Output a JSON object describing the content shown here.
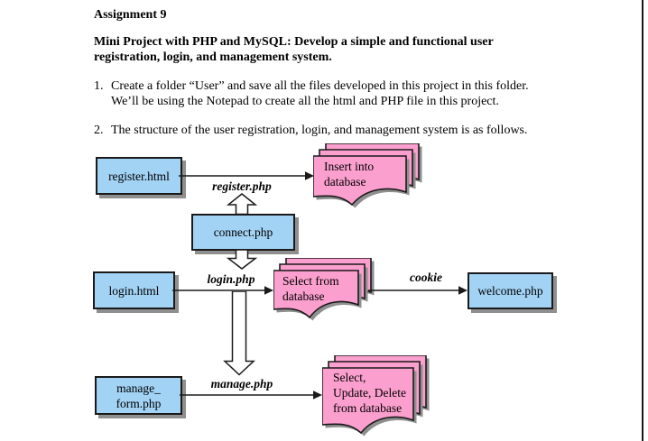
{
  "document": {
    "heading": "Assignment 9",
    "intro_lines": [
      "Mini Project with PHP and MySQL: Develop a simple and functional user",
      "registration, login, and management system."
    ],
    "items": [
      {
        "number": "1.",
        "lines": [
          "Create a folder “User” and save all the files developed in this project in this folder.",
          "We’ll be using the Notepad to create all the html and PHP file in this project."
        ]
      },
      {
        "number": "2.",
        "lines": [
          "The structure of the user registration, login, and management system is as follows."
        ]
      }
    ]
  },
  "diagram": {
    "boxes": {
      "register": {
        "label": "register.html"
      },
      "connect": {
        "label": "connect.php"
      },
      "login": {
        "label": "login.html"
      },
      "welcome": {
        "label": "welcome.php"
      },
      "manage": {
        "lines": [
          "manage_",
          "form.php"
        ]
      }
    },
    "documents": {
      "insert": {
        "lines": [
          "Insert into",
          "database"
        ]
      },
      "select": {
        "lines": [
          "Select from",
          "database"
        ]
      },
      "crud": {
        "lines": [
          "Select,",
          "Update, Delete",
          "from database"
        ]
      }
    },
    "flow_labels": {
      "register_php": "register.php",
      "login_php": "login.php",
      "cookie": "cookie",
      "manage_php": "manage.php"
    },
    "colors": {
      "box_fill": "#A2D2F4",
      "doc_fill": "#FB9FCE",
      "shadow": "#8f8f8f",
      "border": "#1a1a1a"
    }
  }
}
